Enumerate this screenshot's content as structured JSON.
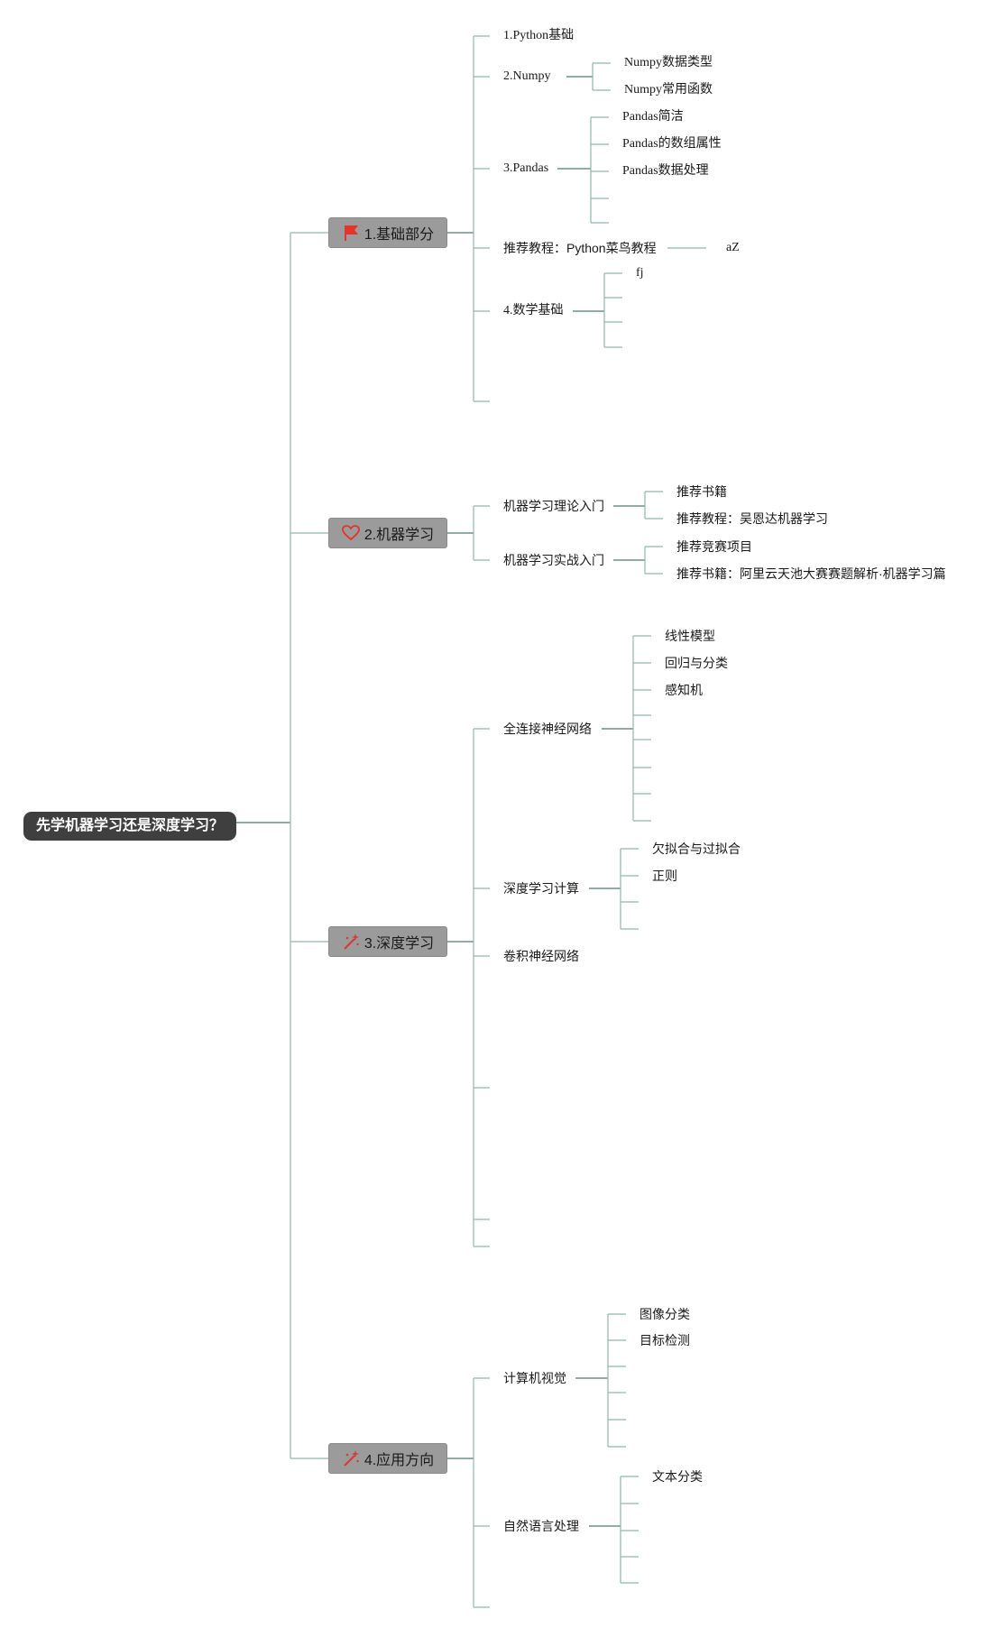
{
  "colors": {
    "line": "#8fb8ad",
    "line_dark": "#4c7a6f",
    "root_bg": "#3f3f3f",
    "main_bg": "#9b9b9b",
    "flag": "#e5342a",
    "heart": "#e5342a",
    "magic": "#d63a3a"
  },
  "root": {
    "label": "先学机器学习还是深度学习？"
  },
  "branches": [
    {
      "label": "1.基础部分",
      "icon": "flag-icon",
      "children": [
        {
          "label": "1.Python基础"
        },
        {
          "label": "2.Numpy",
          "children": [
            "Numpy数据类型",
            "Numpy常用函数"
          ]
        },
        {
          "label": "3.Pandas",
          "children": [
            "Pandas简洁",
            "Pandas的数组属性",
            "Pandas数据处理",
            "",
            ""
          ]
        },
        {
          "label": "推荐教程：Python菜鸟教程",
          "children": [
            "aZ"
          ]
        },
        {
          "label": "4.数学基础",
          "children": [
            "fj",
            "",
            "",
            ""
          ]
        },
        {
          "label": ""
        }
      ]
    },
    {
      "label": "2.机器学习",
      "icon": "heart-icon",
      "children": [
        {
          "label": "机器学习理论入门",
          "children": [
            "推荐书籍",
            "推荐教程：吴恩达机器学习"
          ]
        },
        {
          "label": "机器学习实战入门",
          "children": [
            "推荐竞赛项目",
            "推荐书籍：阿里云天池大赛赛题解析·机器学习篇"
          ]
        }
      ]
    },
    {
      "label": "3.深度学习",
      "icon": "magic-wand-icon",
      "children": [
        {
          "label": "全连接神经网络",
          "children": [
            "线性模型",
            "回归与分类",
            "感知机",
            "",
            "",
            "",
            "",
            ""
          ]
        },
        {
          "label": "深度学习计算",
          "children": [
            "欠拟合与过拟合",
            "正则",
            "",
            ""
          ]
        },
        {
          "label": "卷积神经网络"
        },
        {
          "label": ""
        },
        {
          "label": ""
        },
        {
          "label": ""
        }
      ]
    },
    {
      "label": "4.应用方向",
      "icon": "magic-wand-icon",
      "children": [
        {
          "label": "计算机视觉",
          "children": [
            "图像分类",
            "目标检测",
            "",
            "",
            "",
            ""
          ]
        },
        {
          "label": "自然语言处理",
          "children": [
            "文本分类",
            "",
            "",
            "",
            ""
          ]
        },
        {
          "label": ""
        }
      ]
    }
  ]
}
